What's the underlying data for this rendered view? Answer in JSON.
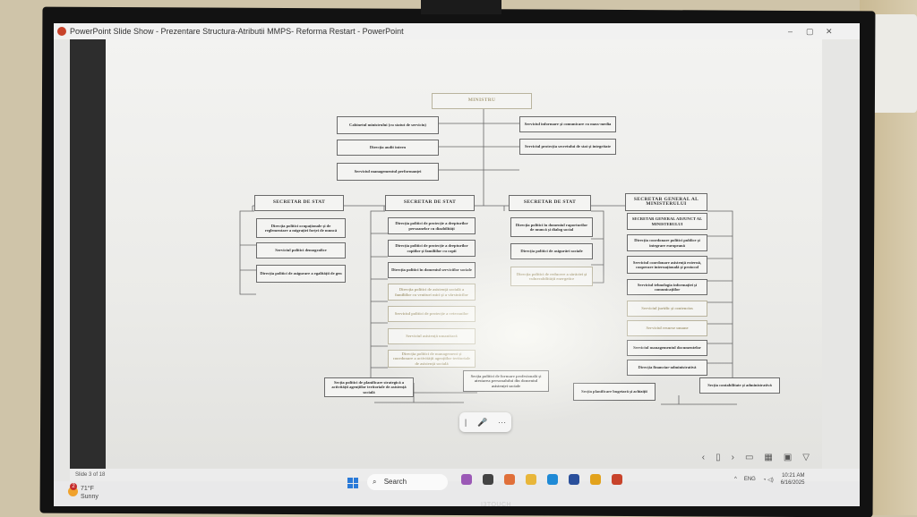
{
  "window": {
    "title": "PowerPoint Slide Show  -  Prezentare Structura-Atributii MMPS- Reforma Restart - PowerPoint",
    "controls": [
      "–",
      "▢",
      "✕"
    ]
  },
  "org_chart": {
    "top": [
      "MINISTRU",
      "Cabinetul ministrului (cu statut de serviciu)",
      "Direcția audit intern",
      "Serviciul managementul performanței",
      "Serviciul informare și comunicare cu mass-media",
      "Serviciul protecția secretului de stat și integritate"
    ],
    "columns": [
      {
        "head": "SECRETAR DE STAT",
        "items": [
          "Direcția politici ocupaționale și de reglementare a migrației forței de muncă",
          "Serviciul politici demografice",
          "Direcția politici de asigurare a egalității de gen"
        ]
      },
      {
        "head": "SECRETAR DE STAT",
        "items": [
          "Direcția politici de protecție a drepturilor persoanelor cu dizabilități",
          "Direcția politici de protecție a drepturilor copiilor și familiilor cu copii",
          "Direcția politici în domeniul serviciilor sociale",
          "Direcția politici de asistență socială a familiilor cu venituri mici și a vârstnicilor",
          "Serviciul politici de protecție a veteranilor",
          "Serviciul asistență umanitară",
          "Direcția politici de management și coordonare a activității agențiilor teritoriale de asistență socială"
        ]
      },
      {
        "head": "SECRETAR DE STAT",
        "items": [
          "Direcția politici în domeniul raporturilor de muncă și dialog social",
          "Direcția politici de asigurări sociale",
          "Direcția politici de reducere a sărăciei și vulnerabilității energetice"
        ]
      },
      {
        "head": "SECRETAR GENERAL AL MINISTERULUI",
        "items": [
          "SECRETAR GENERAL ADJUNCT AL MINISTERULUI",
          "Direcția coordonare politici publice și integrare europeană",
          "Serviciul coordonare asistență externă, cooperare internațională și protocol",
          "Serviciul tehnologia informației și comunicațiilor",
          "Serviciul juridic și contencios",
          "Serviciul resurse umane",
          "Serviciul managementul documentelor",
          "Direcția financiar-administrativă"
        ]
      }
    ],
    "bottom": [
      "Secția politici de planificare strategică a activității agențiilor teritoriale de asistență socială",
      "Secția politici de formare profesională și atestarea personalului din domeniul asistenței sociale",
      "Secția planificare bugetară și achiziții",
      "Secția contabilitate și administrativă"
    ]
  },
  "slideshow": {
    "status": "Slide 3 of 18",
    "nav": [
      "‹",
      "▯",
      "›",
      "▭",
      "▦",
      "▣",
      "▽"
    ],
    "toolbar": [
      "|",
      "🎤",
      "···"
    ]
  },
  "taskbar": {
    "weather_temp": "71°F",
    "weather_desc": "Sunny",
    "weather_badge": "2",
    "search_placeholder": "Search",
    "language": "ENG",
    "time": "10:21 AM",
    "date": "6/16/2025",
    "app_colors": [
      "#9b59b6",
      "#444444",
      "#e0703a",
      "#e8b63a",
      "#1f8ad6",
      "#2a4f9b",
      "#e2a21c",
      "#c8432b"
    ]
  },
  "monitor": {
    "brand": "I3TOUCH"
  }
}
